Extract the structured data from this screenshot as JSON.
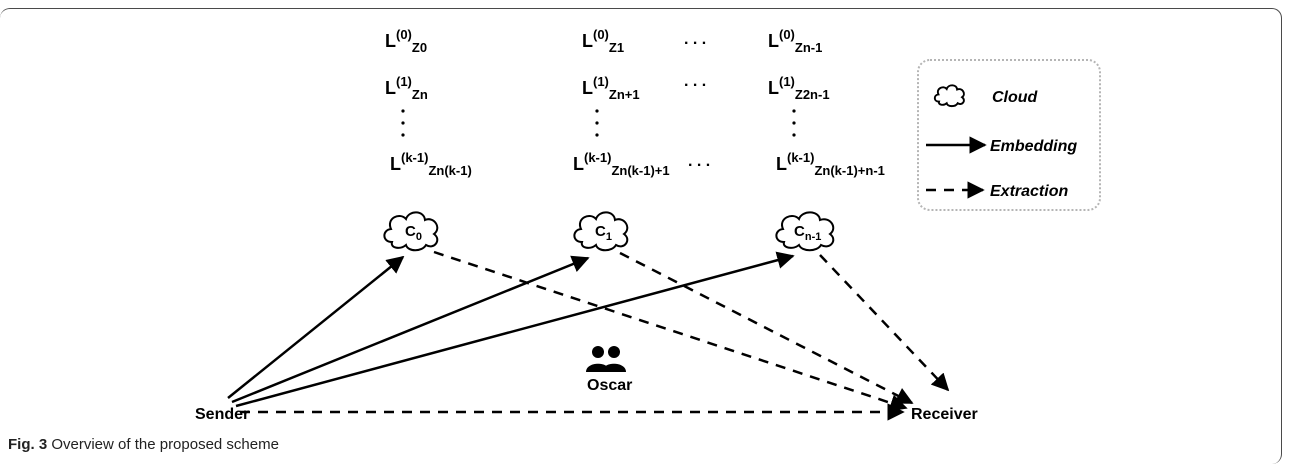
{
  "matrix": {
    "col0": [
      "L(0)Z0",
      "L(1)Zn",
      "L(k-1)Zn(k-1)"
    ],
    "col1": [
      "L(0)Z1",
      "L(1)Zn+1",
      "L(k-1)Zn(k-1)+1"
    ],
    "col2": [
      "L(0)Zn-1",
      "L(1)Z2n-1",
      "L(k-1)Zn(k-1)+n-1"
    ],
    "parts": {
      "L": "L",
      "sup0": "(0)",
      "sup1": "(1)",
      "supk": "(k-1)",
      "c0r0": "Z0",
      "c0r1": "Zn",
      "c0r2": "Zn(k-1)",
      "c1r0": "Z1",
      "c1r1": "Zn+1",
      "c1r2": "Zn(k-1)+1",
      "c2r0": "Zn-1",
      "c2r1": "Z2n-1",
      "c2r2": "Zn(k-1)+n-1"
    },
    "dots": ". . ."
  },
  "clouds": {
    "c0": {
      "base": "C",
      "sub": "0"
    },
    "c1": {
      "base": "C",
      "sub": "1"
    },
    "c2": {
      "base": "C",
      "sub": "n-1"
    }
  },
  "nodes": {
    "sender": "Sender",
    "receiver": "Receiver",
    "oscar": "Oscar"
  },
  "legend": {
    "cloud": "Cloud",
    "embedding": "Embedding",
    "extraction": "Extraction"
  },
  "caption": {
    "fig": "Fig. 3",
    "text": "Overview of the proposed scheme"
  },
  "icons": {
    "cloud": "cloud-icon",
    "users": "users-icon"
  }
}
